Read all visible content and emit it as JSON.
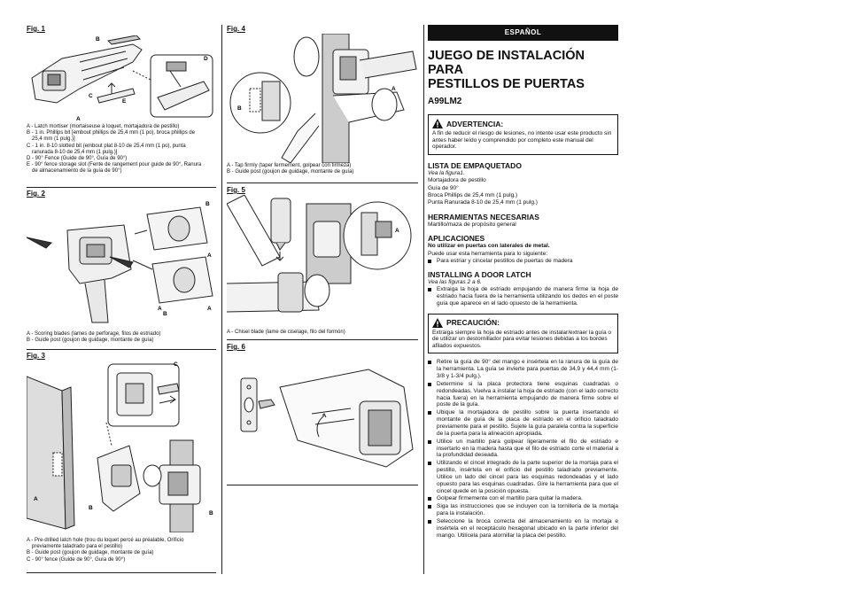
{
  "fig1": {
    "label": "Fig. 1",
    "callouts": [
      "B",
      "D",
      "C",
      "E",
      "A"
    ],
    "captions": [
      "A - Latch mortiser (mortaiseuse à loquet, mortajadora de pestillo)",
      "B - 1 in. Phillips bit [embout phillips de 25,4 mm (1 po), broca phillips de",
      "25,4 mm (1 pulg.)]",
      "C - 1 in. 8-10 slotted bit (embout plat 8-10 de 25,4 mm (1 po), punta",
      "ranurada 8-10 de 25,4 mm (1 pulg.)]",
      "D - 90° Fence (Guide de 90°, Guía de 90°)",
      "E - 90° fence storage slot (Fente de rangement pour guide de 90°, Ranura",
      "de almacenamiento de la guía de 90°)"
    ]
  },
  "fig2": {
    "label": "Fig. 2",
    "callouts": [
      "B",
      "A",
      "A",
      "B",
      "A"
    ],
    "captions": [
      "A - Scoring blades (lames de perforage, filos de estriado)",
      "B - Guide post (goujon de guidage, montante de guía)"
    ]
  },
  "fig3": {
    "label": "Fig. 3",
    "callouts": [
      "C",
      "A",
      "B",
      "B"
    ],
    "captions": [
      "A - Pre-drilled latch hole (trou du loquet percé au préalable, Orificio",
      "previamente taladrado para el pestillo)",
      "B - Guide post (goujon de guidage, montante de guía)",
      "C - 90° fence (Guide de 90°, Guía de 90°)"
    ]
  },
  "fig4": {
    "label": "Fig. 4",
    "callouts": [
      "A",
      "B"
    ],
    "captions": [
      "A - Tap firmly (taper fermement, golpear con firmeza)",
      "B - Guide post (goujon de guidage, montante de guía)"
    ]
  },
  "fig5": {
    "label": "Fig. 5",
    "callouts": [
      "A"
    ],
    "captions": [
      "A - Chisel blade (lame de ciselage, filo del formón)"
    ]
  },
  "fig6": {
    "label": "Fig. 6"
  },
  "espanol": {
    "lang": "ESPAÑOL",
    "title_line1": "JUEGO DE INSTALACIÓN PARA",
    "title_line2": "PESTILLOS DE PUERTAS",
    "model": "A99LM2",
    "warning": {
      "title": "ADVERTENCIA:",
      "text": "A fin de reducir el riesgo de lesiones, no intente usar este producto sin antes haber leído y comprendido por completo este manual del operador."
    },
    "packing": {
      "title": "LISTA DE EMPAQUETADO",
      "see": "Vea la figura1.",
      "items": [
        "Mortajadora de pestillo",
        "Guía de 90°",
        "Broca Phillips de 25,4 mm (1 pulg.)",
        "Punta Ranurada 8-10 de 25,4 mm (1 pulg.)"
      ]
    },
    "tools": {
      "title": "HERRAMIENTAS NECESARIAS",
      "text": "Martillo/maza de propósito general"
    },
    "applications": {
      "title": "APLICACIONES",
      "bold_note": "No utilizar en puertas con laterales de metal.",
      "intro": "Puede usar esta herramienta para lo siguiente:",
      "items": [
        "Para estriar y cincelar pestillos de puertas de madera"
      ]
    },
    "install": {
      "title": "INSTALLING A DOOR LATCH",
      "see": "Vea las figuras 2 a 6.",
      "items": [
        "Extraiga la hoja de estriado empujando de manera firme la hoja de estriado hacia fuera de la herramienta utilizando los dedos en el poste guía que aparece en el lado opuesto de la herramienta."
      ]
    },
    "caution": {
      "title": "PRECAUCIÓN:",
      "text": "Extraiga siempre la hoja de estriado antes de instalar/extraer la guía o de utilizar un destornillador para evitar lesiones debidas a los bordes afilados expuestos."
    },
    "steps": [
      "Retire la guía de 90° del mango e insértela en la ranura de la guía de la herramienta. La guía se invierte para puertas de 34,9 y 44,4 mm (1-3/8 y 1-3/4 pulg.).",
      "Determine si la placa protectora tiene esquinas cuadradas o redondeadas. Vuelva a instalar la hoja de estriado (con el lado correcto hacia fuera) en la herramienta empujando de manera firme sobre el poste de la guía.",
      "Ubique la mortajadora de pestillo sobre la puerta insertando el montante de guía de la placa de estriado en el orificio taladrado previamente para el pestillo. Sujete la guía paralela contra la superficie de la puerta para la alineación apropiada.",
      "Utilice un martillo para golpear ligeramente el filo de estriado e insertarlo en la madera hasta que el filo de estriado corte el material a la profundidad deseada.",
      "Utilizando el cincel integrado de la parte superior de la mortaja para el pestillo, insértela en el orificio del pestillo taladrado previamente. Utilice un lado del cincel para las esquinas redondeadas y el lado opuesto para las esquinas cuadradas. Gire la herramienta para que el cincel quede en la posición opuesta.",
      "Golpear firmemente con el martillo para quitar la madera.",
      "Siga las instrucciones que se incluyen con la tornillería de la mortaja para la instalación.",
      "Seleccione la broca correcta del almacenamiento en la mortaja e insértela en el receptáculo hexagonal ubicado en la parte inferior del mango. Utilícela para atornillar la placa del pestillo."
    ]
  }
}
